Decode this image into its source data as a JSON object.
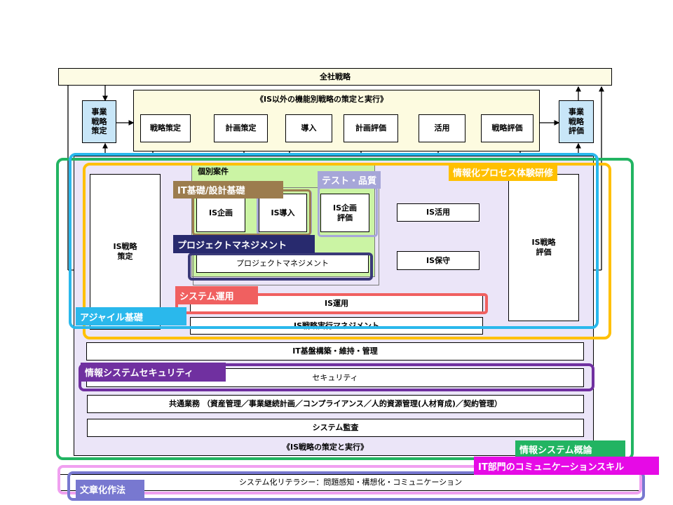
{
  "top": {
    "corporate_strategy": "全社戦略"
  },
  "business": {
    "strategy_label": "事業\n戦略\n策定",
    "evaluation_label": "事業\n戦略\n評価"
  },
  "non_is": {
    "title": "《IS以外の機能別戦略の策定と実行》",
    "steps": [
      "戦略策定",
      "計画策定",
      "導入",
      "計画評価",
      "活用",
      "戦略評価"
    ]
  },
  "is": {
    "strategy": "IS戦略\n策定",
    "evaluation": "IS戦略\n評価",
    "individual_case": "個別案件",
    "planning": "IS企画",
    "introduction": "IS導入",
    "plan_evaluation": "IS企画\n評価",
    "project_management": "プロジェクトマネジメント",
    "utilization": "IS活用",
    "maintenance": "IS保守",
    "operation": "IS運用",
    "execution_management": "IS戦略実行マネジメント",
    "infrastructure": "IT基盤構築・維持・管理",
    "security": "セキュリティ",
    "common_work": "共通業務 （資産管理／事業継続計画／コンプライアンス／人的資源管理(人材育成)／契約管理）",
    "system_audit": "システム監査",
    "is_title": "《IS戦略の策定と実行》",
    "literacy": "システム化リテラシー：問題感知・構想化・コミュニケーション"
  },
  "courses": {
    "process_experience": "情報化プロセス体験研修",
    "test_quality": "テスト・品質",
    "it_foundation": "IT基礎/設計基礎",
    "project_management": "プロジェクトマネジメント",
    "system_operation": "システム運用",
    "agile": "アジャイル基礎",
    "info_security": "情報システムセキュリティ",
    "info_overview": "情報システム概論",
    "it_communication": "IT部門のコミュニケーションスキル",
    "writing": "文章化作法"
  },
  "colors": {
    "process_experience": "#ffc000",
    "test_quality": "#a6a6d8",
    "it_foundation": "#9c7c4e",
    "project_management": "#282a6e",
    "system_operation": "#f06060",
    "agile": "#2ab8ec",
    "info_security": "#7030a0",
    "info_overview": "#22b462",
    "it_communication": "#e60ae6",
    "writing": "#7878d0"
  }
}
